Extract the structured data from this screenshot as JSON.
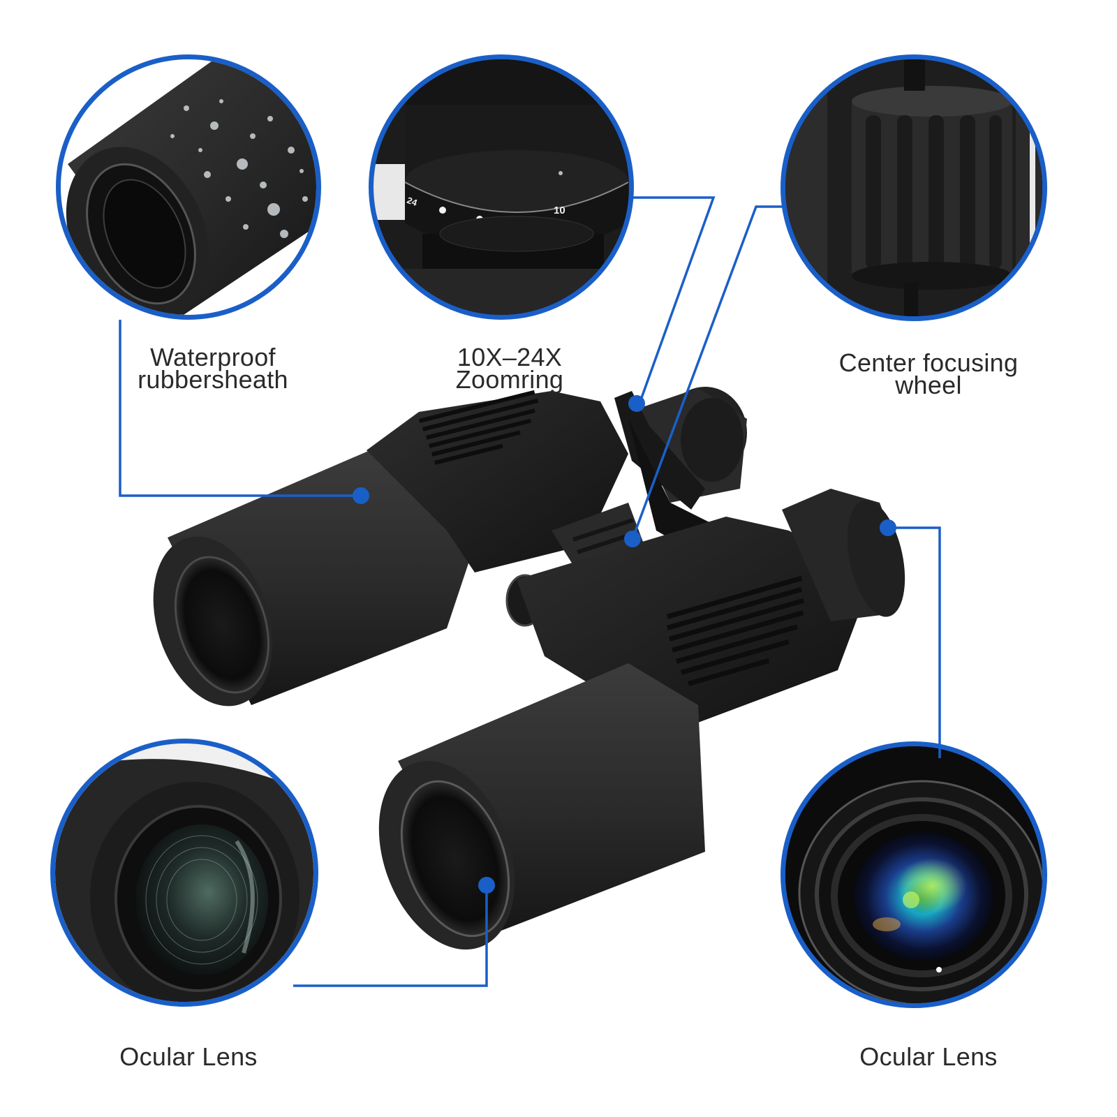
{
  "colors": {
    "accent": "#1a5fc8",
    "body": "#1e1e1e",
    "background": "#ffffff",
    "text": "#2a2a2a"
  },
  "callouts": [
    {
      "id": "waterproof",
      "label_lines": [
        "Waterproof",
        "rubbersheath"
      ]
    },
    {
      "id": "zoomring",
      "label_lines": [
        "10X–24X",
        "Zoomring"
      ]
    },
    {
      "id": "focus-wheel",
      "label_lines": [
        "Center focusing",
        "wheel"
      ]
    },
    {
      "id": "ocular-left",
      "label_lines": [
        "Ocular Lens"
      ]
    },
    {
      "id": "ocular-right",
      "label_lines": [
        "Ocular Lens"
      ]
    }
  ],
  "zoom_ring": {
    "marks": [
      "24",
      "10"
    ]
  }
}
